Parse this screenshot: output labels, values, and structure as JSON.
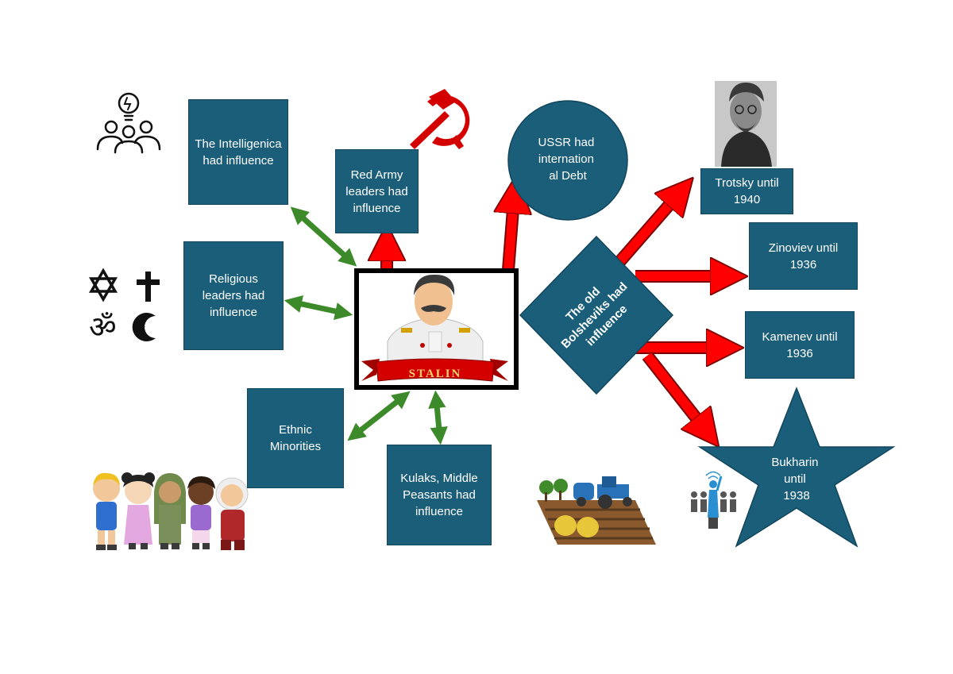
{
  "center": {
    "banner": "STALIN"
  },
  "nodes": {
    "intelligentsia": "The Intelligenica had influence",
    "red_army": "Red Army leaders had influence",
    "religious": "Religious leaders had influence",
    "ethnic": "Ethnic Minorities",
    "kulaks": "Kulaks, Middle Peasants had influence",
    "ussr_debt": "USSR had internation al Debt",
    "old_bolsheviks": "The old Bolsheviks had influence",
    "trotsky": "Trotsky until 1940",
    "zinoviev": "Zinoviev until 1936",
    "kamenev": "Kamenev until 1936",
    "bukharin": "Bukharin until 1938"
  },
  "icons": {
    "intelligentsia": "group-lightbulb-icon",
    "red_army": "hammer-sickle-icon",
    "religious": "religious-symbols-icon",
    "ethnic": "children-clipart",
    "kulaks": "farm-tractor-clipart",
    "trotsky": "trotsky-portrait",
    "bukharin": "leader-crowd-icon"
  },
  "colors": {
    "box": "#1a5e7a",
    "red_arrow": "#ff0000",
    "green_arrow": "#3d8a2a"
  }
}
